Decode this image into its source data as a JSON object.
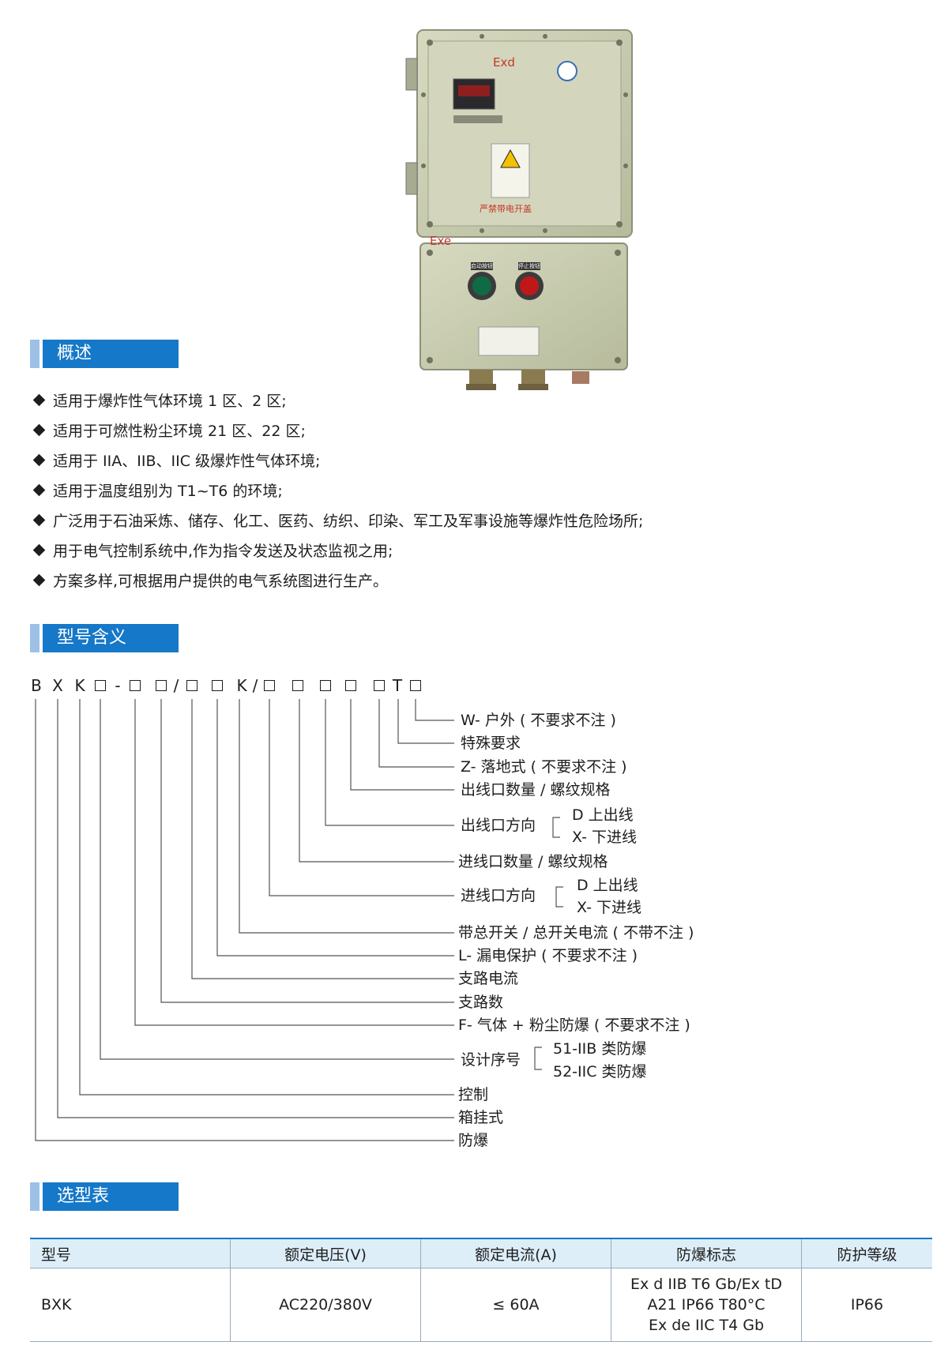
{
  "product_image": {
    "upper_label": "Exd",
    "lower_label": "Exe",
    "warning_label": "严禁带电开盖",
    "start_button_label": "启动按钮",
    "stop_button_label": "停止按钮"
  },
  "overview": {
    "heading": "概述",
    "bullets": [
      "适用于爆炸性气体环境 1 区、2 区;",
      "适用于可燃性粉尘环境 21 区、22 区;",
      "适用于 IIA、IIB、IIC 级爆炸性气体环境;",
      "适用于温度组别为 T1~T6 的环境;",
      "广泛用于石油采炼、储存、化工、医药、纺织、印染、军工及军事设施等爆炸性危险场所;",
      "用于电气控制系统中,作为指令发送及状态监视之用;",
      "方案多样,可根据用户提供的电气系统图进行生产。"
    ]
  },
  "model_meaning": {
    "heading": "型号含义",
    "code": {
      "b": "B",
      "x": "X",
      "k1": "K",
      "dash": "-",
      "slash1": "/",
      "k2": "K",
      "slash2": "/",
      "t": "T"
    },
    "labels": [
      "W- 户外 ( 不要求不注 )",
      "特殊要求",
      "Z- 落地式 ( 不要求不注 )",
      "出线口数量 / 螺纹规格",
      "出线口方向",
      "进线口数量 / 螺纹规格",
      "进线口方向",
      "带总开关 / 总开关电流 ( 不带不注 )",
      "L- 漏电保护 ( 不要求不注 )",
      "支路电流",
      "支路数",
      "F- 气体 + 粉尘防爆 ( 不要求不注 )",
      "设计序号",
      "控制",
      "箱挂式",
      "防爆"
    ],
    "out_direction_options": [
      "D 上出线",
      "X- 下进线"
    ],
    "in_direction_options": [
      "D 上出线",
      "X- 下进线"
    ],
    "design_options": [
      "51-IIB 类防爆",
      "52-IIC 类防爆"
    ]
  },
  "selection_table": {
    "heading": "选型表",
    "columns": [
      "型号",
      "额定电压(V)",
      "额定电流(A)",
      "防爆标志",
      "防护等级"
    ],
    "row": {
      "model": "BXK",
      "voltage": "AC220/380V",
      "current": "≤ 60A",
      "marking": [
        "Ex d IIB T6 Gb/Ex tD",
        "A21 IP66 T80°C",
        "Ex de IIC T4 Gb"
      ],
      "protection": "IP66"
    }
  },
  "colors": {
    "accent": "#1678c8",
    "accent_light": "#9dc0e6",
    "table_header_bg": "#ddeef9",
    "enclosure": "#c9cdb0"
  }
}
